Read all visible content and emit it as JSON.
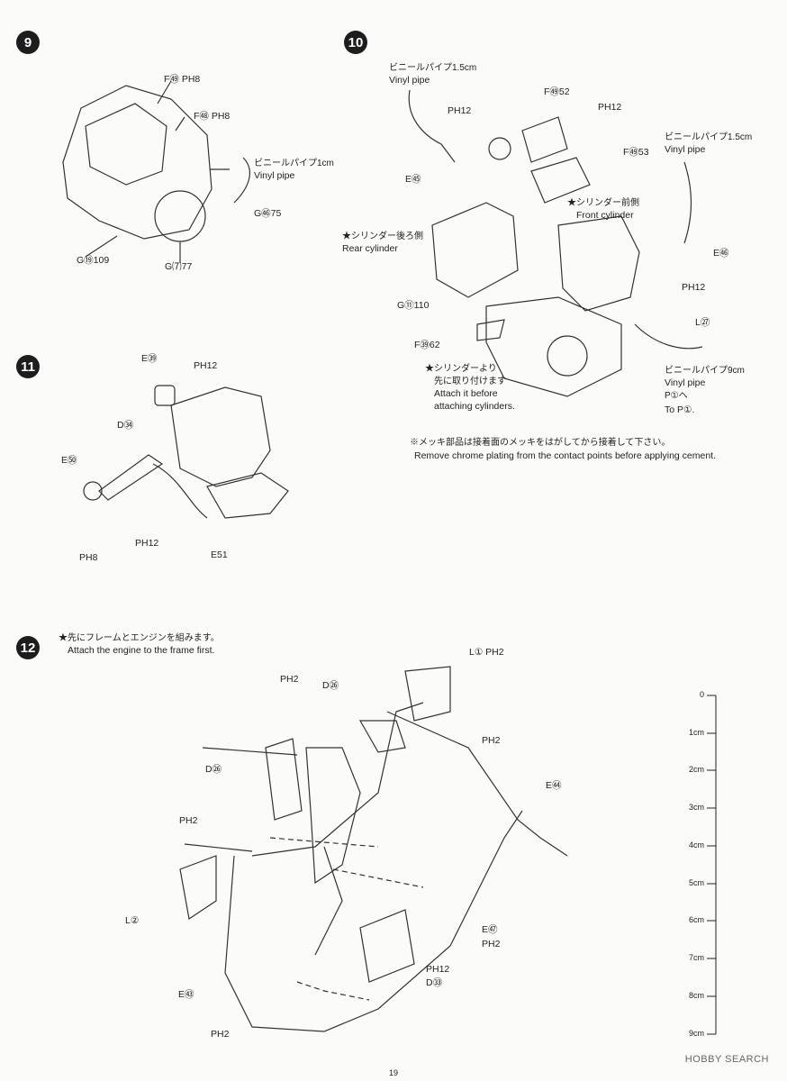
{
  "steps": {
    "s9": {
      "number": "9",
      "labels": {
        "f69": "F㊾ PH8",
        "f68": "F㊽ PH8",
        "pipe_jp": "ビニールパイプ1cm",
        "pipe_en": "Vinyl pipe",
        "g75": "G㊻75",
        "g109": "G⑲109",
        "g77": "G⑺77"
      }
    },
    "s10": {
      "number": "10",
      "labels": {
        "pipe1_jp": "ビニールパイプ1.5cm",
        "pipe1_en": "Vinyl pipe",
        "ph12a": "PH12",
        "e45": "E㊺",
        "f52": "F㊾52",
        "ph12b": "PH12",
        "f53": "F㊾53",
        "front_jp": "★シリンダー前側",
        "front_en": "Front cylinder",
        "rear_jp": "★シリンダー後ろ側",
        "rear_en": "Rear cylinder",
        "pipe2_jp": "ビニールパイプ1.5cm",
        "pipe2_en": "Vinyl pipe",
        "e46": "E㊻",
        "ph12c": "PH12",
        "g110": "G⑪110",
        "l27": "L㉗",
        "f62": "F㊴62",
        "attach_jp1": "★シリンダーより",
        "attach_jp2": "先に取り付けます",
        "attach_en1": "Attach it before",
        "attach_en2": "attaching cylinders.",
        "pipe3_jp": "ビニールパイプ9cm",
        "pipe3_en": "Vinyl pipe",
        "p1_jp": "P①へ",
        "p1_en": "To P①."
      }
    },
    "s11": {
      "number": "11",
      "labels": {
        "e39": "E㊴",
        "ph12": "PH12",
        "d34": "D㉞",
        "e50": "E㊿",
        "ph12b": "PH12",
        "ph8": "PH8",
        "e51": "E51"
      }
    },
    "s12": {
      "number": "12",
      "intro_jp": "★先にフレームとエンジンを組みます。",
      "intro_en": "Attach the engine to the frame first.",
      "labels": {
        "l1": "L① PH2",
        "ph2a": "PH2",
        "d26a": "D㉖",
        "d26b": "D㉖",
        "ph2b": "PH2",
        "e44": "E㊹",
        "ph2c": "PH2",
        "l2": "L②",
        "e47": "E㊼",
        "ph2d": "PH2",
        "ph12": "PH12",
        "d33": "D㉝",
        "e43": "E㊸",
        "ph2e": "PH2"
      }
    }
  },
  "chrome_note": {
    "jp": "※メッキ部品は接着面のメッキをはがしてから接着して下さい。",
    "en": "Remove chrome plating from the contact points before applying cement."
  },
  "ruler": {
    "ticks": [
      "0",
      "1cm",
      "2cm",
      "3cm",
      "4cm",
      "5cm",
      "6cm",
      "7cm",
      "8cm",
      "9cm"
    ]
  },
  "footer": {
    "page_number": "19",
    "watermark": "HOBBY SEARCH"
  }
}
